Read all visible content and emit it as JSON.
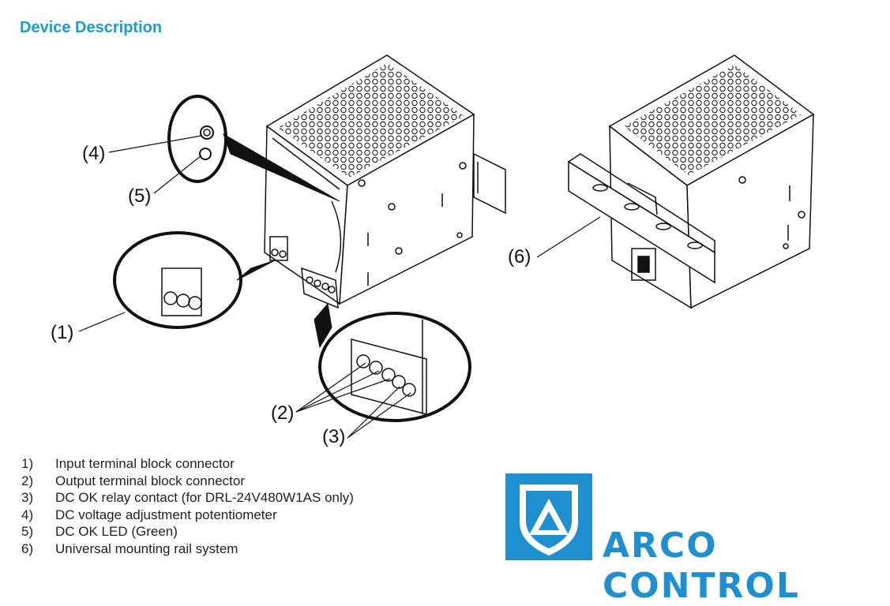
{
  "section": {
    "title": "Device Description"
  },
  "callouts": {
    "c1": "(1)",
    "c2": "(2)",
    "c3": "(3)",
    "c4": "(4)",
    "c5": "(5)",
    "c6": "(6)"
  },
  "legend": [
    {
      "num": "1)",
      "text": "Input terminal block connector"
    },
    {
      "num": "2)",
      "text": "Output terminal block connector"
    },
    {
      "num": "3)",
      "text": "DC OK relay contact (for DRL-24V480W1AS only)"
    },
    {
      "num": "4)",
      "text": "DC voltage adjustment potentiometer"
    },
    {
      "num": "5)",
      "text": "DC OK LED (Green)"
    },
    {
      "num": "6)",
      "text": "Universal mounting rail system"
    }
  ],
  "logo": {
    "text": "ARCO CONTROL",
    "color": "#1f8fd0"
  },
  "colors": {
    "title": "#1a9ad6",
    "line": "#111111"
  }
}
